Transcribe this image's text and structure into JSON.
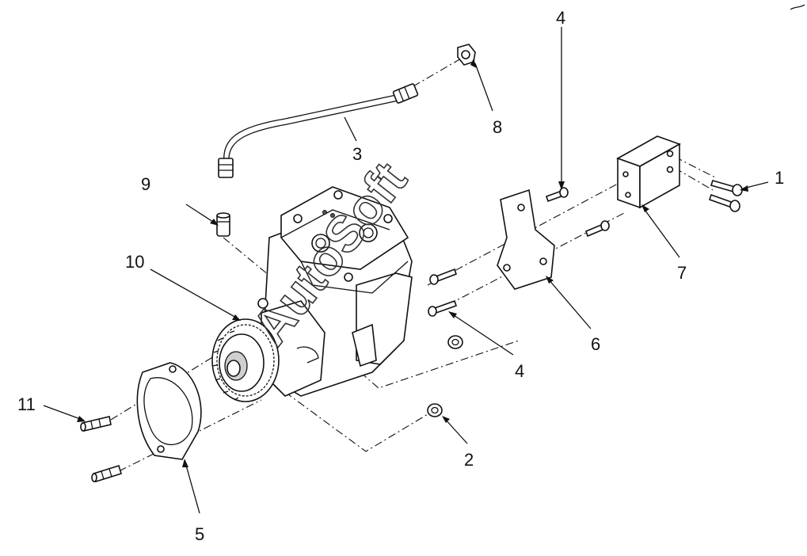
{
  "callouts": {
    "c1": "1",
    "c2": "2",
    "c3": "3",
    "c4a": "4",
    "c4b": "4",
    "c5": "5",
    "c6": "6",
    "c7": "7",
    "c8": "8",
    "c9": "9",
    "c10": "10",
    "c11": "11"
  },
  "watermark": "AutoSoft",
  "colors": {
    "line": "#111111",
    "background": "#ffffff",
    "shade": "#cfcfcf"
  }
}
